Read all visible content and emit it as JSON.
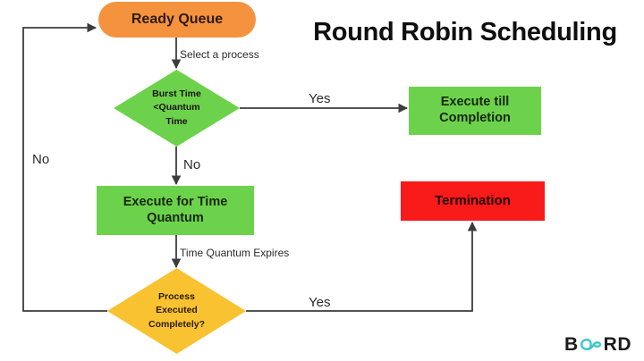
{
  "title": "Round Robin Scheduling",
  "colors": {
    "ready_queue": "#f5923e",
    "decision_green": "#6dd24b",
    "process_box_green": "#6dd24b",
    "decision_yellow": "#f9c231",
    "termination_red": "#f91a1a",
    "edge_stroke": "#3c3c3c",
    "title_text": "#0e0e0e",
    "logo_accent": "#45c7c7"
  },
  "nodes": {
    "ready_queue": {
      "label": "Ready Queue",
      "shape": "pill"
    },
    "burst_decision": {
      "label": "Burst Time\n<Quantum\nTime",
      "line1": "Burst Time",
      "line2": "<Quantum",
      "line3": "Time",
      "shape": "diamond"
    },
    "execute_completion": {
      "line1": "Execute till",
      "line2": "Completion",
      "shape": "rectangle"
    },
    "execute_quantum": {
      "line1": "Execute for Time",
      "line2": "Quantum",
      "shape": "rectangle"
    },
    "process_decision": {
      "line1": "Process",
      "line2": "Executed",
      "line3": "Completely?",
      "shape": "diamond"
    },
    "termination": {
      "label": "Termination",
      "shape": "rectangle"
    }
  },
  "edges": {
    "select_process": "Select a process",
    "burst_yes": "Yes",
    "burst_no": "No",
    "time_quantum_expires": "Time Quantum Expires",
    "process_yes": "Yes",
    "process_no": "No"
  },
  "logo": {
    "before": "B",
    "mark": "oa-infinity-mark",
    "after": "RD"
  }
}
